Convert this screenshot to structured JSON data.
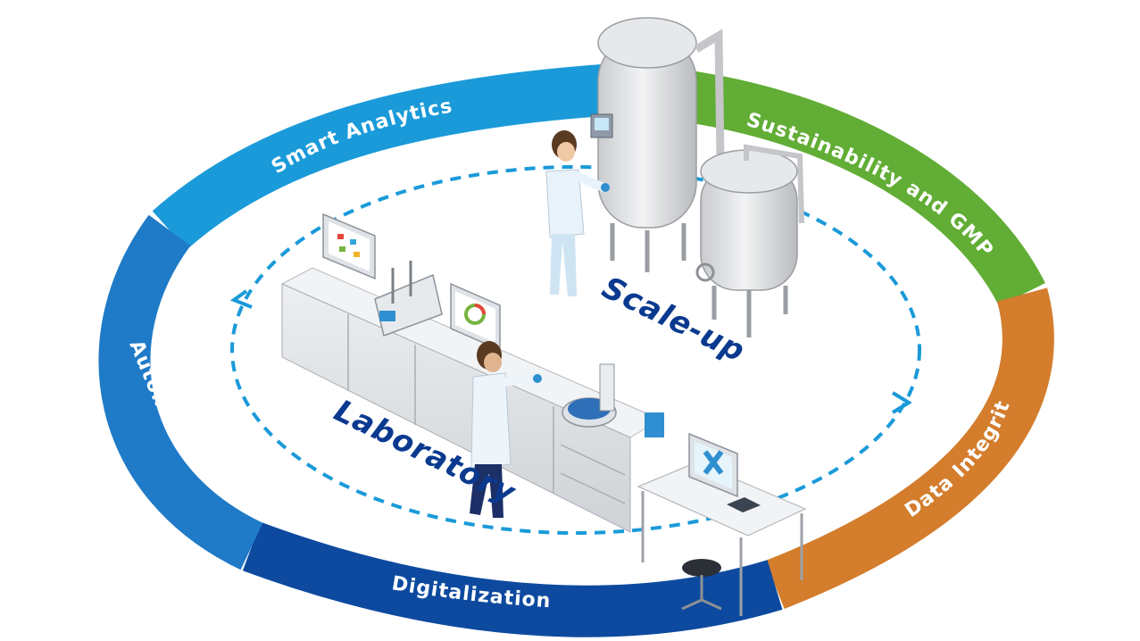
{
  "ring": {
    "smart_analytics": "Smart Analytics",
    "sustainability": "Sustainability and GMP",
    "data_integrity": "Data Integrity",
    "digitalization": "Digitalization",
    "automation": "Automation"
  },
  "areas": {
    "laboratory": "Laboratory",
    "scale_up": "Scale-up"
  },
  "colors": {
    "smart_analytics": "#1a9ad9",
    "sustainability": "#62ad35",
    "data_integrity": "#d37d2d",
    "digitalization": "#0d4a9f",
    "automation": "#1f7ac7",
    "dashed_loop": "#1a9ad9",
    "area_text": "#0a3a8f"
  }
}
